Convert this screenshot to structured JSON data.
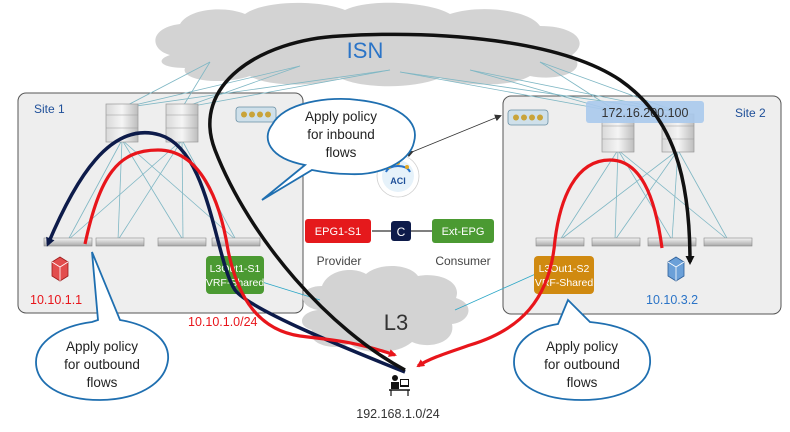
{
  "clouds": {
    "isn_label": "ISN",
    "l3_label": "L3"
  },
  "site1": {
    "label": "Site 1",
    "endpoint_ip": "10.10.1.1",
    "subnet": "10.10.1.0/24",
    "l3out_line1": "L3Out1-S1",
    "l3out_line2": "VRF-Shared"
  },
  "site2": {
    "label": "Site 2",
    "isn_ip": "172.16.200.100",
    "endpoint_ip": "10.10.3.2",
    "l3out_line1": "L3Out1-S2",
    "l3out_line2": "VRF-Shared"
  },
  "contract": {
    "provider_epg": "EPG1-S1",
    "contract_symbol": "C",
    "consumer_epg": "Ext-EPG",
    "provider_label": "Provider",
    "consumer_label": "Consumer"
  },
  "aci_badge": "ACI",
  "callouts": {
    "inbound": [
      "Apply policy",
      "for inbound",
      "flows"
    ],
    "outbound_left": [
      "Apply policy",
      "for outbound",
      "flows"
    ],
    "outbound_right": [
      "Apply policy",
      "for outbound",
      "flows"
    ]
  },
  "external_subnet": "192.168.1.0/24",
  "colors": {
    "red_flow": "#e8151b",
    "black_flow": "#111111",
    "navy_flow": "#0d1b4a",
    "epg_red": "#e5191c",
    "epg_green": "#4b9a32",
    "l3out_orange": "#d08a10",
    "callout_border": "#1f6fb0",
    "site_box": "#eeeeee",
    "cloud": "#d3d3d3"
  }
}
